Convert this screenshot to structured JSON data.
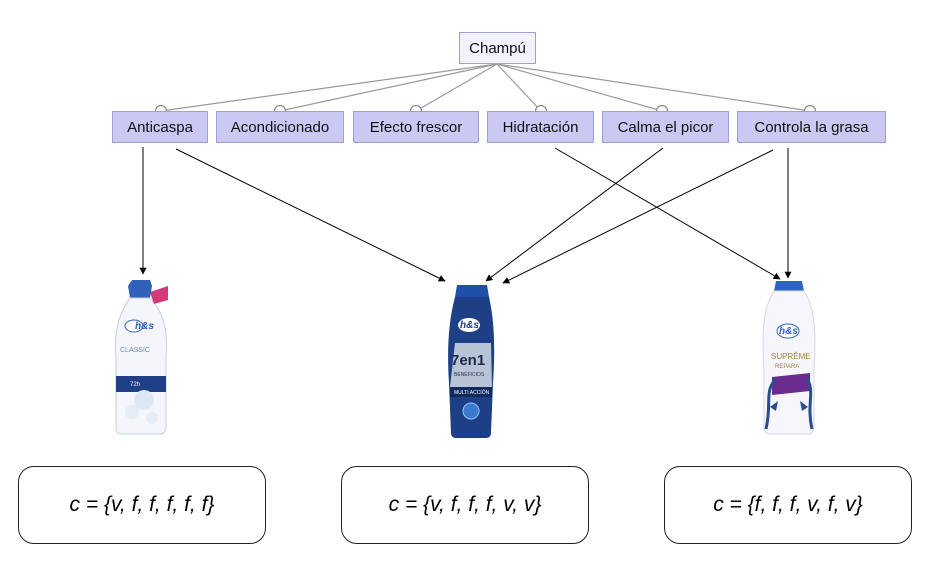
{
  "root": {
    "label": "Champú"
  },
  "features": [
    {
      "label": "Anticaspa"
    },
    {
      "label": "Acondicionado"
    },
    {
      "label": "Efecto frescor"
    },
    {
      "label": "Hidratación"
    },
    {
      "label": "Calma el picor"
    },
    {
      "label": "Controla la grasa"
    }
  ],
  "products": [
    {
      "brand": "h&s",
      "line": "CLASSIC",
      "claim": "72h",
      "icon": "shampoo-bottle-classic-icon",
      "colors": {
        "body": "#f4f6fb",
        "cap": "#2f62b8",
        "band": "#1f3f86"
      },
      "configuration": "c = {v, f, f, f, f, f}"
    },
    {
      "brand": "h&s",
      "line": "7en1",
      "sub": "BENEFICIOS",
      "band_text": "MULTI ACCIÓN",
      "icon": "shampoo-bottle-7en1-icon",
      "colors": {
        "body": "#1c3f86",
        "cap": "#1f4fa6",
        "band": "#102a5e"
      },
      "configuration": "c = {v, f, f, f, v, v}"
    },
    {
      "brand": "h&s",
      "line": "SUPRÊME",
      "sub": "REPARA",
      "icon": "shampoo-bottle-supreme-icon",
      "colors": {
        "body": "#f6f6fb",
        "cap": "#2f64c0",
        "band": "#6a2c8e"
      },
      "configuration": "c = {f, f, f, v, f, v}"
    }
  ],
  "edge_colors": {
    "tree": "#9a9a9a",
    "arrow": "#000000",
    "hub_fill": "#ffffff",
    "hub_stroke": "#8a8a8a"
  }
}
